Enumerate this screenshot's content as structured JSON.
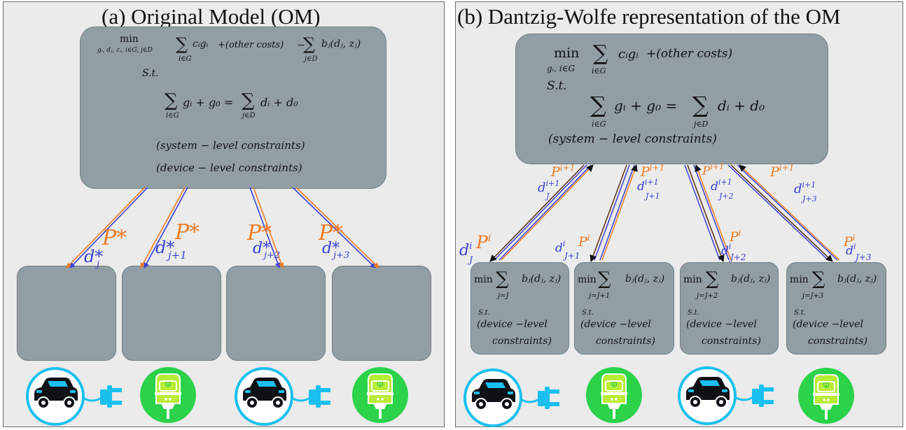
{
  "panel_a": {
    "title": "(a) Original Model (OM)",
    "objective_min": "min",
    "objective_min_sub": "gᵢ, dⱼ, zⱼ, i∈G, j∈D",
    "objective_sum1_sub": "i∈G",
    "objective_term1": "cᵢgᵢ",
    "objective_other": "+(other costs)",
    "objective_minus": "−",
    "objective_sum2_sub": "j∈D",
    "objective_term2": "bⱼ(dⱼ, zⱼ)",
    "st": "S.t.",
    "balance_lhs": "gᵢ + g₀ =",
    "balance_lhs_sub": "i∈G",
    "balance_rhs": "dᵢ + d₀",
    "balance_rhs_sub": "j∈D",
    "system_constraints": "(system − level constraints)",
    "device_constraints": "(device − level constraints)",
    "arrow_labels": [
      {
        "p": "P*",
        "d": "d*",
        "d_sub": "j"
      },
      {
        "p": "P*",
        "d": "d*",
        "d_sub": "j+1"
      },
      {
        "p": "P*",
        "d": "d*",
        "d_sub": "j+2"
      },
      {
        "p": "P*",
        "d": "d*",
        "d_sub": "j+3"
      }
    ]
  },
  "panel_b": {
    "title": "(b) Dantzig-Wolfe representation of the OM",
    "master_min": "min",
    "master_min_sub": "gᵢ, i∈G",
    "master_sum_sub": "i∈G",
    "master_term": "cᵢgᵢ",
    "master_other": "+(other  costs)",
    "st": "S.t.",
    "balance_lhs": "gᵢ + g₀ =",
    "balance_lhs_sub": "i∈G",
    "balance_rhs": "dᵢ + d₀",
    "balance_rhs_sub": "j∈D",
    "system_constraints": "(system  −  level constraints)",
    "upper_labels": [
      {
        "p": "P",
        "p_sup": "i+1",
        "d": "d",
        "d_sup": "i+1",
        "d_sub": "J"
      },
      {
        "p": "P",
        "p_sup": "i+1",
        "d": "d",
        "d_sup": "i+1",
        "d_sub": "J+1"
      },
      {
        "p": "P",
        "p_sup": "i+1",
        "d": "d",
        "d_sup": "i+1",
        "d_sub": "J+2"
      },
      {
        "p": "P",
        "p_sup": "i+1",
        "d": "d",
        "d_sup": "i+1",
        "d_sub": "J+3"
      }
    ],
    "lower_labels": [
      {
        "p": "P",
        "p_sup": "i",
        "d": "d",
        "d_sup": "i",
        "d_sub": "J"
      },
      {
        "p": "P",
        "p_sup": "i",
        "d": "d",
        "d_sup": "i",
        "d_sub": "J+1"
      },
      {
        "p": "P",
        "p_sup": "i",
        "d": "d",
        "d_sup": "i",
        "d_sub": "J+2"
      },
      {
        "p": "P",
        "p_sup": "i",
        "d": "d",
        "d_sup": "i",
        "d_sub": "J+3"
      }
    ],
    "subproblems": [
      {
        "min": "min",
        "sum_sub": "j=J",
        "term": "bⱼ(dⱼ, zⱼ)",
        "st": "S.t.",
        "c1": "(device  −level",
        "c2": "constraints)"
      },
      {
        "min": "min",
        "sum_sub": "j=J+1",
        "term": "bⱼ(dⱼ, zⱼ)",
        "st": "S.t.",
        "c1": "(device  −level",
        "c2": "constraints)"
      },
      {
        "min": "min",
        "sum_sub": "j=J+2",
        "term": "bⱼ(dⱼ, zⱼ)",
        "st": "S.t.",
        "c1": "(device  −level",
        "c2": "constraints)"
      },
      {
        "min": "min",
        "sum_sub": "j=J+3",
        "term": "bⱼ(dⱼ, zⱼ)",
        "st": "S.t.",
        "c1": "(device  −level",
        "c2": "constraints)"
      }
    ]
  },
  "icons": [
    "electric-car-plug-icon",
    "charging-station-icon",
    "electric-car-plug-icon",
    "charging-station-icon"
  ],
  "colors": {
    "orange": "#f07b22",
    "blue": "#3a3fd6",
    "box": "#919fa5",
    "cyan": "#19c0ef",
    "green": "#2bd24a",
    "lime": "#b9ec36"
  }
}
